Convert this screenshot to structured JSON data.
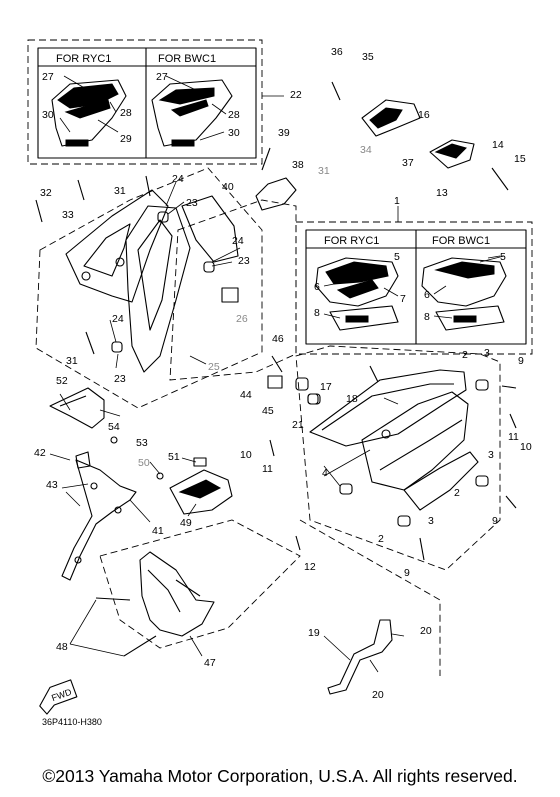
{
  "inset_top": {
    "left_title": "FOR RYC1",
    "right_title": "FOR BWC1"
  },
  "inset_right": {
    "left_title": "FOR RYC1",
    "right_title": "FOR BWC1"
  },
  "callouts": [
    {
      "id": "c1",
      "n": "36"
    },
    {
      "id": "c2",
      "n": "35"
    },
    {
      "id": "c3",
      "n": "22"
    },
    {
      "id": "c4",
      "n": "27"
    },
    {
      "id": "c5",
      "n": "28"
    },
    {
      "id": "c6",
      "n": "29"
    },
    {
      "id": "c7",
      "n": "30"
    },
    {
      "id": "c8",
      "n": "27"
    },
    {
      "id": "c9",
      "n": "28"
    },
    {
      "id": "c10",
      "n": "30"
    },
    {
      "id": "c11",
      "n": "34"
    },
    {
      "id": "c12",
      "n": "16"
    },
    {
      "id": "c13",
      "n": "37"
    },
    {
      "id": "c14",
      "n": "14"
    },
    {
      "id": "c15",
      "n": "15"
    },
    {
      "id": "c16",
      "n": "13"
    },
    {
      "id": "c17",
      "n": "39"
    },
    {
      "id": "c18",
      "n": "38"
    },
    {
      "id": "c19",
      "n": "31"
    },
    {
      "id": "c20",
      "n": "40"
    },
    {
      "id": "c21",
      "n": "32"
    },
    {
      "id": "c22",
      "n": "31"
    },
    {
      "id": "c23",
      "n": "24"
    },
    {
      "id": "c24",
      "n": "33"
    },
    {
      "id": "c25",
      "n": "23"
    },
    {
      "id": "c26",
      "n": "1"
    },
    {
      "id": "c27",
      "n": "24"
    },
    {
      "id": "c28",
      "n": "23"
    },
    {
      "id": "c29",
      "n": "5"
    },
    {
      "id": "c30",
      "n": "5"
    },
    {
      "id": "c31",
      "n": "6"
    },
    {
      "id": "c32",
      "n": "7"
    },
    {
      "id": "c33",
      "n": "6"
    },
    {
      "id": "c34",
      "n": "8"
    },
    {
      "id": "c35",
      "n": "8"
    },
    {
      "id": "c36",
      "n": "26"
    },
    {
      "id": "c37",
      "n": "24"
    },
    {
      "id": "c38",
      "n": "31"
    },
    {
      "id": "c39",
      "n": "23"
    },
    {
      "id": "c40",
      "n": "25"
    },
    {
      "id": "c41",
      "n": "46"
    },
    {
      "id": "c42",
      "n": "2"
    },
    {
      "id": "c43",
      "n": "3"
    },
    {
      "id": "c44",
      "n": "9"
    },
    {
      "id": "c45",
      "n": "52"
    },
    {
      "id": "c46",
      "n": "44"
    },
    {
      "id": "c47",
      "n": "45"
    },
    {
      "id": "c48",
      "n": "17"
    },
    {
      "id": "c49",
      "n": "18"
    },
    {
      "id": "c50",
      "n": "54"
    },
    {
      "id": "c51",
      "n": "21"
    },
    {
      "id": "c52",
      "n": "11"
    },
    {
      "id": "c53",
      "n": "10"
    },
    {
      "id": "c54",
      "n": "53"
    },
    {
      "id": "c55",
      "n": "42"
    },
    {
      "id": "c56",
      "n": "10"
    },
    {
      "id": "c57",
      "n": "11"
    },
    {
      "id": "c58",
      "n": "50"
    },
    {
      "id": "c59",
      "n": "51"
    },
    {
      "id": "c60",
      "n": "4"
    },
    {
      "id": "c61",
      "n": "3"
    },
    {
      "id": "c62",
      "n": "2"
    },
    {
      "id": "c63",
      "n": "43"
    },
    {
      "id": "c64",
      "n": "49"
    },
    {
      "id": "c65",
      "n": "9"
    },
    {
      "id": "c66",
      "n": "41"
    },
    {
      "id": "c67",
      "n": "3"
    },
    {
      "id": "c68",
      "n": "2"
    },
    {
      "id": "c69",
      "n": "12"
    },
    {
      "id": "c70",
      "n": "9"
    },
    {
      "id": "c71",
      "n": "19"
    },
    {
      "id": "c72",
      "n": "20"
    },
    {
      "id": "c73",
      "n": "48"
    },
    {
      "id": "c74",
      "n": "47"
    },
    {
      "id": "c75",
      "n": "20"
    }
  ],
  "fwd_label": "FWD",
  "drawing_code": "36P4110-H380",
  "copyright": "©2013 Yamaha Motor Corporation, U.S.A. All rights reserved."
}
